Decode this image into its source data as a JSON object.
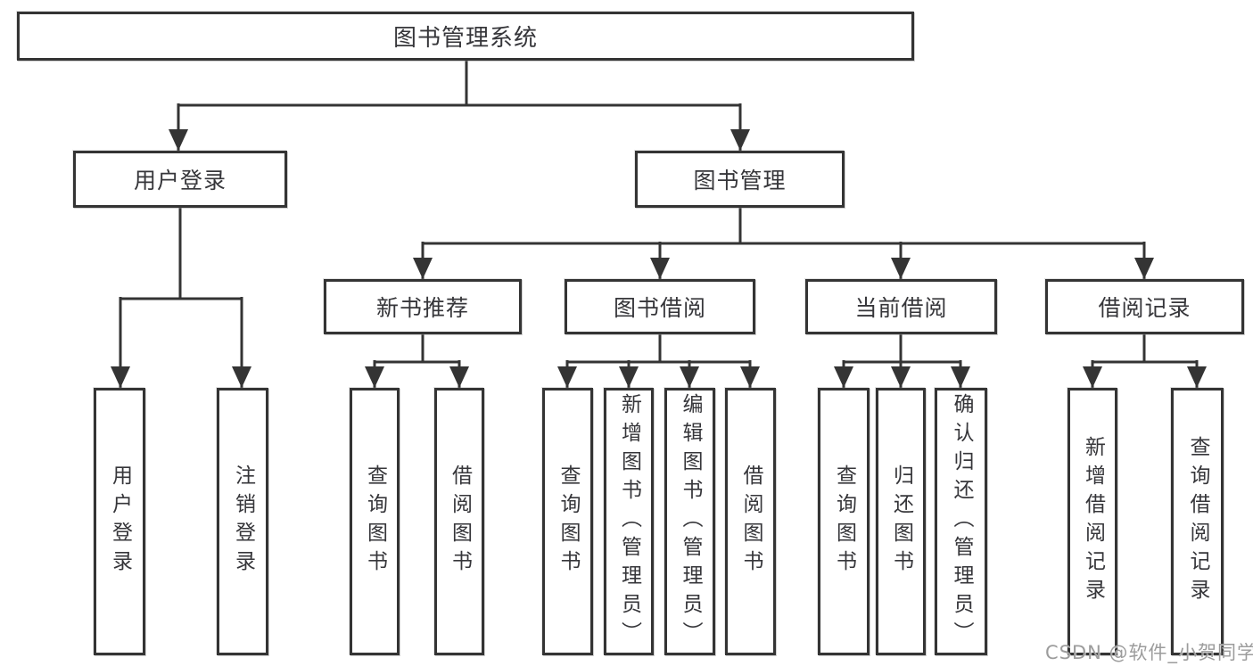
{
  "diagram": {
    "title_node": {
      "label": "图书管理系统"
    },
    "level2": {
      "user_login": {
        "label": "用户登录"
      },
      "book_management": {
        "label": "图书管理"
      }
    },
    "level3": {
      "new_book_recommend": {
        "label": "新书推荐"
      },
      "book_borrowing": {
        "label": "图书借阅"
      },
      "current_borrowing": {
        "label": "当前借阅"
      },
      "borrowing_records": {
        "label": "借阅记录"
      }
    },
    "leaves": {
      "user_login": [
        "用户登录",
        "注销登录"
      ],
      "new_book_recommend": [
        "查询图书",
        "借阅图书"
      ],
      "book_borrowing": [
        "查询图书",
        "新增图书（管理员）",
        "编辑图书（管理员）",
        "借阅图书"
      ],
      "current_borrowing": [
        "查询图书",
        "归还图书",
        "确认归还（管理员）"
      ],
      "borrowing_records": [
        "新增借阅记录",
        "查询借阅记录"
      ]
    }
  },
  "watermark": {
    "text": "CSDN @软件_小贺同学"
  },
  "colors": {
    "line": "#343434",
    "box_border": "#343434",
    "text": "#36363a",
    "watermark": "#9c9c9c",
    "background": "#ffffff"
  }
}
